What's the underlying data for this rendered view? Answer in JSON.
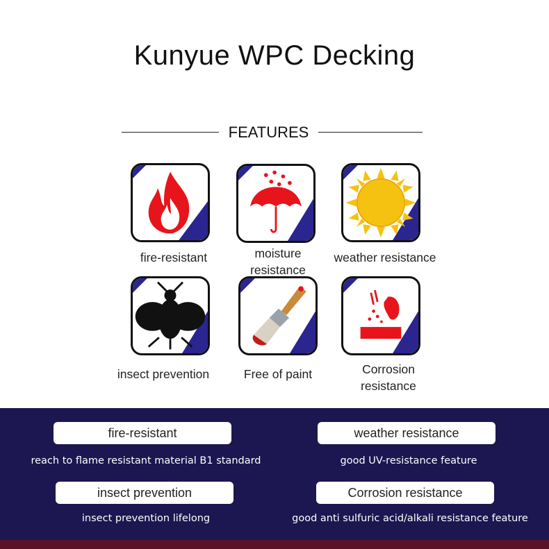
{
  "title": "Kunyue WPC Decking",
  "features_heading": "FEATURES",
  "icons": [
    {
      "icon": "fire-icon",
      "label": "fire-resistant"
    },
    {
      "icon": "umbrella-rain-icon",
      "label": "moisture resistance"
    },
    {
      "icon": "sun-icon",
      "label": "weather resistance"
    },
    {
      "icon": "insect-icon",
      "label": "insect prevention"
    },
    {
      "icon": "paintbrush-icon",
      "label": "Free of paint"
    },
    {
      "icon": "corrosion-icon",
      "label": "Corrosion resistance"
    }
  ],
  "details": [
    {
      "pill": "fire-resistant",
      "desc": "reach to flame resistant material B1 standard"
    },
    {
      "pill": "weather resistance",
      "desc": "good UV-resistance feature"
    },
    {
      "pill": "insect prevention",
      "desc": "insect prevention lifelong"
    },
    {
      "pill": "Corrosion resistance",
      "desc": "good anti sulfuric acid/alkali resistance feature"
    }
  ],
  "colors": {
    "band": "#1c1750",
    "band_bottom": "#5a1228",
    "icon_accent": "#2b2590",
    "fire": "#e8141b",
    "sun": "#f5c211"
  }
}
